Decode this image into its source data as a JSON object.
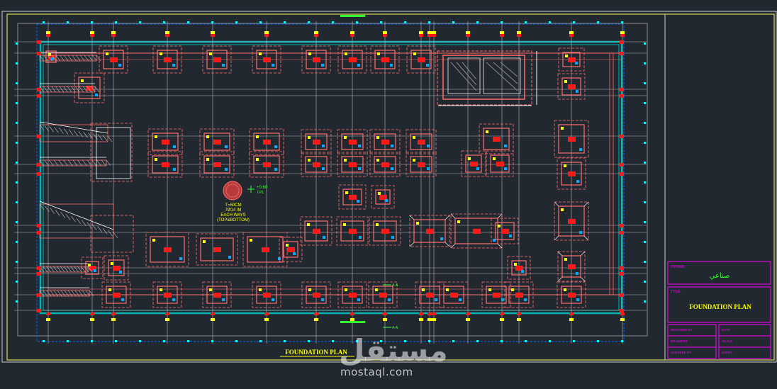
{
  "drawing": {
    "bottom_title": "FOUNDATION PLAN",
    "slab_note": [
      "T=50CM",
      "7Ø14 /M",
      "EACH WAYS",
      "(TOP&BOTTOM)"
    ],
    "level_mark": "+0.60",
    "level_sub": "T.P.L",
    "section_marks": [
      "A-A",
      "A-A"
    ]
  },
  "title_block": {
    "owner_label": "OWNER :",
    "owner_value": "صناعي",
    "title_label": "TITLE :",
    "title_value": "FOUNDATION PLAN",
    "field_labels": [
      "DESIGNED BY",
      "DRAWN BY",
      "CHECKED BY"
    ],
    "field_labels_right": [
      "DATE",
      "SCALE",
      "SHEET"
    ]
  },
  "watermark": {
    "logo": "مستقل",
    "site": "mostaql.com"
  },
  "colors": {
    "background": "#212830",
    "footing": "#ff6e6e",
    "column": "#ff1a1a",
    "grid": "#c8c8c8",
    "wall": "#00b4b4",
    "dimension": "#00ffff",
    "border": "#ffff66",
    "blue_marker": "#0066ff",
    "title_block": "#ff00ff",
    "text_green": "#33ff33",
    "text_yellow": "#ffff00"
  }
}
